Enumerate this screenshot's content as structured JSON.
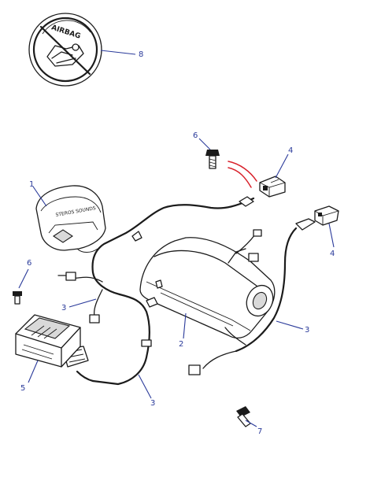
{
  "badge": {
    "text": "AIRBAG"
  },
  "cover_text": "STEROS SOUNDS",
  "callouts": {
    "c1": "1",
    "c2": "2",
    "c3a": "3",
    "c3b": "3",
    "c3c": "3",
    "c4a": "4",
    "c4b": "4",
    "c5": "5",
    "c6a": "6",
    "c6b": "6",
    "c7": "7",
    "c8": "8"
  },
  "colors": {
    "lines": "#1b1b1b",
    "callouts": "#2a3a9a",
    "highlight": "#d8202a"
  }
}
